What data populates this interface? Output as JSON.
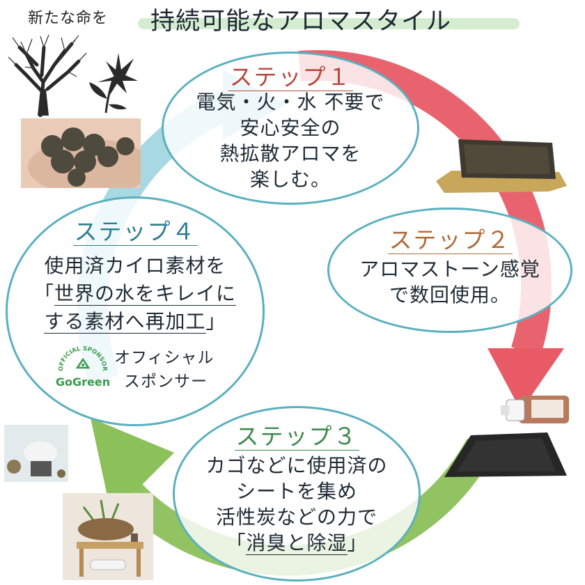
{
  "header": {
    "prefix": "新たな命を",
    "title": "持続可能なアロマスタイル"
  },
  "steps": [
    {
      "heading": "ステップ１",
      "color": "#b8483f",
      "lines": [
        "電気・火・水 不要で",
        "安心安全の",
        "熱拡散アロマを",
        "楽しむ。"
      ]
    },
    {
      "heading": "ステップ２",
      "color": "#b06a3a",
      "lines": [
        "アロマストーン感覚",
        "で数回使用。"
      ]
    },
    {
      "heading": "ステップ３",
      "color": "#3d8a4c",
      "lines": [
        "カゴなどに使用済の",
        "シートを集め",
        "活性炭などの力で"
      ],
      "last_open": "「",
      "last_ul": "消臭と除湿",
      "last_close": "」"
    },
    {
      "heading": "ステップ４",
      "color": "#2b7f8f",
      "lines": [
        "使用済カイロ素材を"
      ],
      "line2_open": "「",
      "line2_ul": "世界の水をキレイに",
      "line3_ul": "する素材へ再加工",
      "line3_close": "」"
    }
  ],
  "sponsor": {
    "lines": [
      "オフィシャル",
      "スポンサー"
    ],
    "badge_text_top": "OFFICIAL SPONSOR",
    "badge_text_bottom": "GoGreen"
  },
  "colors": {
    "arrow_red": "#e85b66",
    "arrow_green": "#8cc05a",
    "arrow_blue": "#9fd4df",
    "circle_border": "#5ab0bf",
    "title_highlight": "#d4edd0"
  },
  "icons": [
    "tree-icon",
    "flower-icon",
    "recycle-icon"
  ]
}
